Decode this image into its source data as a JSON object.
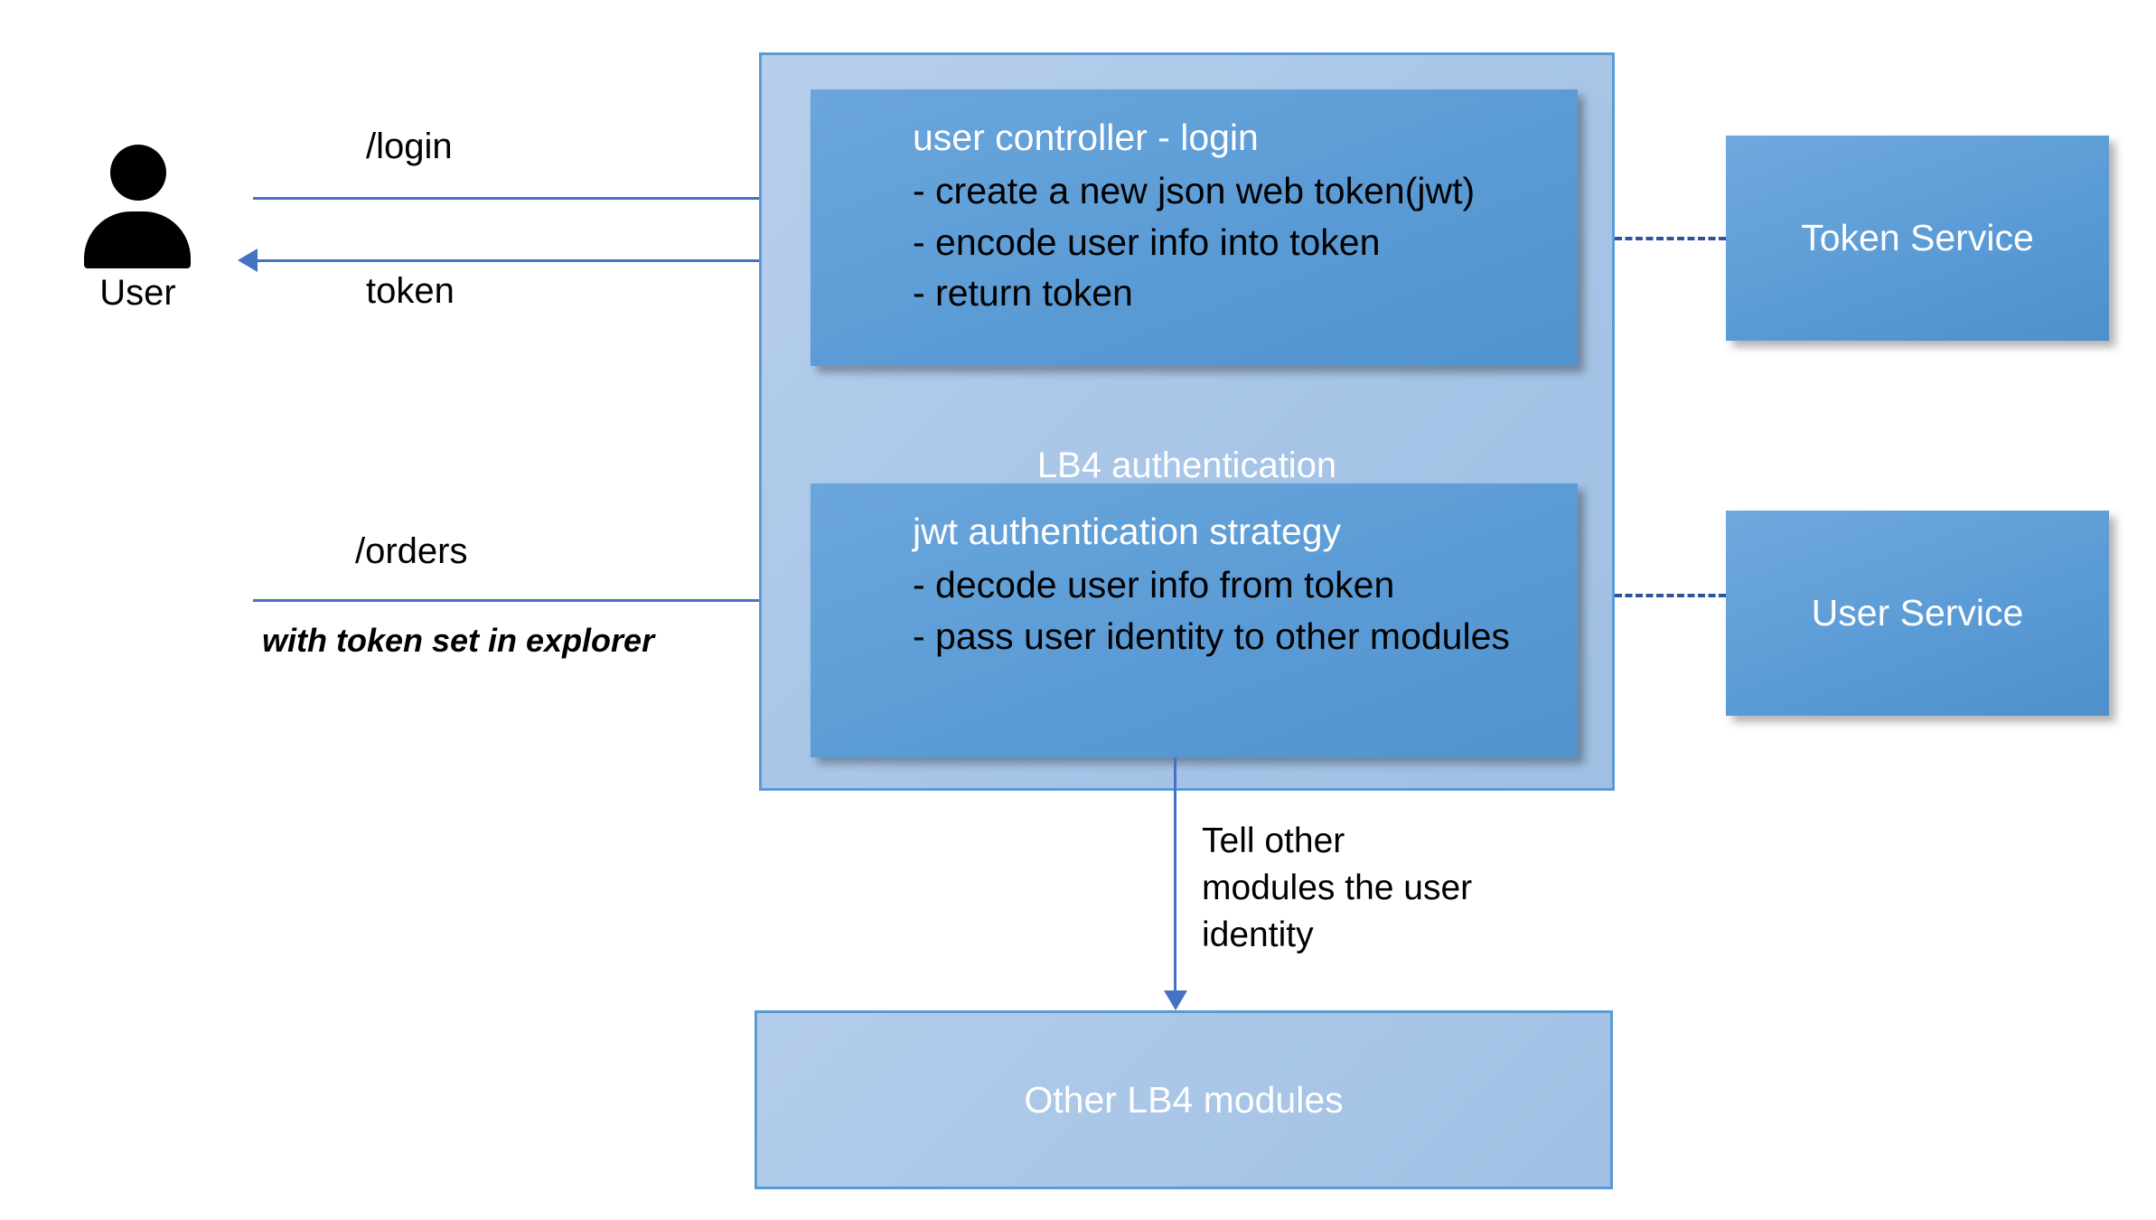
{
  "actor": {
    "icon": "person-icon",
    "label": "User"
  },
  "edges": {
    "login": {
      "label": "/login"
    },
    "token": {
      "label": "token"
    },
    "orders": {
      "label": "/orders",
      "sub_label": "with token set in explorer"
    },
    "tell_modules": {
      "label": "Tell other modules the user identity"
    }
  },
  "container": {
    "label": "LB4 authentication",
    "boxes": [
      {
        "title": "user controller - login",
        "items": [
          "- create a new json web token(jwt)",
          "- encode user info into token",
          "- return token"
        ]
      },
      {
        "title": "jwt authentication strategy",
        "items": [
          "- decode user info from token",
          "- pass user identity to other modules"
        ]
      }
    ]
  },
  "services": [
    {
      "label": "Token Service"
    },
    {
      "label": "User Service"
    }
  ],
  "bottom": {
    "label": "Other LB4 modules"
  },
  "colors": {
    "accent_blue": "#5B9BD5",
    "container_blue": "#A6C4E6",
    "arrow_blue": "#4472C4",
    "dash_blue": "#2F5597",
    "text_white": "#FFFFFF",
    "text_black": "#000000"
  }
}
